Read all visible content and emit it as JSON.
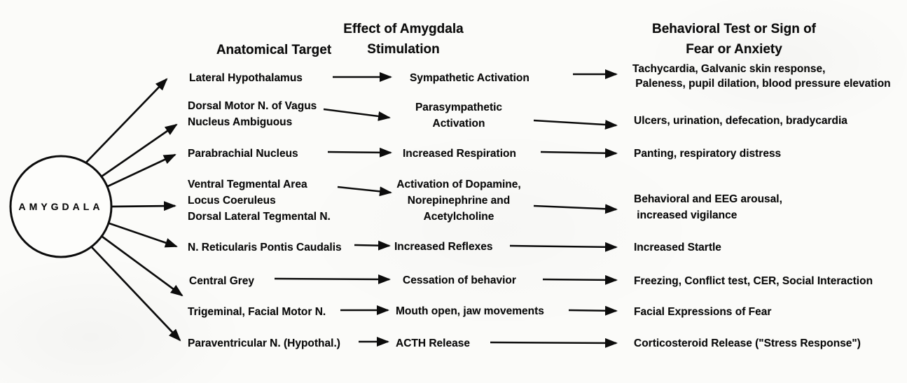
{
  "node": {
    "label": "AMYGDALA"
  },
  "headers": {
    "target": "Anatomical Target",
    "effect_line1": "Effect of Amygdala",
    "effect_line2": "Stimulation",
    "behavior_line1": "Behavioral Test or Sign of",
    "behavior_line2": "Fear or Anxiety"
  },
  "ink_color": "#0c0c0c",
  "rows": [
    {
      "target": [
        "Lateral Hypothalamus"
      ],
      "effect": [
        "Sympathetic Activation"
      ],
      "behavior": [
        "Tachycardia, Galvanic skin response,",
        " Paleness, pupil dilation, blood pressure elevation"
      ]
    },
    {
      "target": [
        "Dorsal Motor N. of Vagus",
        "Nucleus Ambiguous"
      ],
      "effect": [
        "Parasympathetic",
        "Activation"
      ],
      "behavior": [
        "Ulcers, urination, defecation, bradycardia"
      ]
    },
    {
      "target": [
        "Parabrachial Nucleus"
      ],
      "effect": [
        "Increased Respiration"
      ],
      "behavior": [
        "Panting, respiratory distress"
      ]
    },
    {
      "target": [
        "Ventral Tegmental Area",
        "Locus Coeruleus",
        "Dorsal Lateral Tegmental N."
      ],
      "effect": [
        "Activation of Dopamine,",
        "Norepinephrine and",
        "Acetylcholine"
      ],
      "behavior": [
        "Behavioral and EEG arousal,",
        " increased vigilance"
      ]
    },
    {
      "target": [
        "N. Reticularis Pontis Caudalis"
      ],
      "effect": [
        "Increased Reflexes"
      ],
      "behavior": [
        "Increased Startle"
      ]
    },
    {
      "target": [
        "Central Grey"
      ],
      "effect": [
        "Cessation of behavior"
      ],
      "behavior": [
        "Freezing, Conflict test, CER, Social Interaction"
      ]
    },
    {
      "target": [
        "Trigeminal, Facial Motor N."
      ],
      "effect": [
        "Mouth open, jaw movements"
      ],
      "behavior": [
        "Facial Expressions of Fear"
      ]
    },
    {
      "target": [
        "Paraventricular N. (Hypothal.)"
      ],
      "effect": [
        "ACTH Release"
      ],
      "behavior": [
        "Corticosteroid Release (\"Stress Response\")"
      ]
    }
  ]
}
